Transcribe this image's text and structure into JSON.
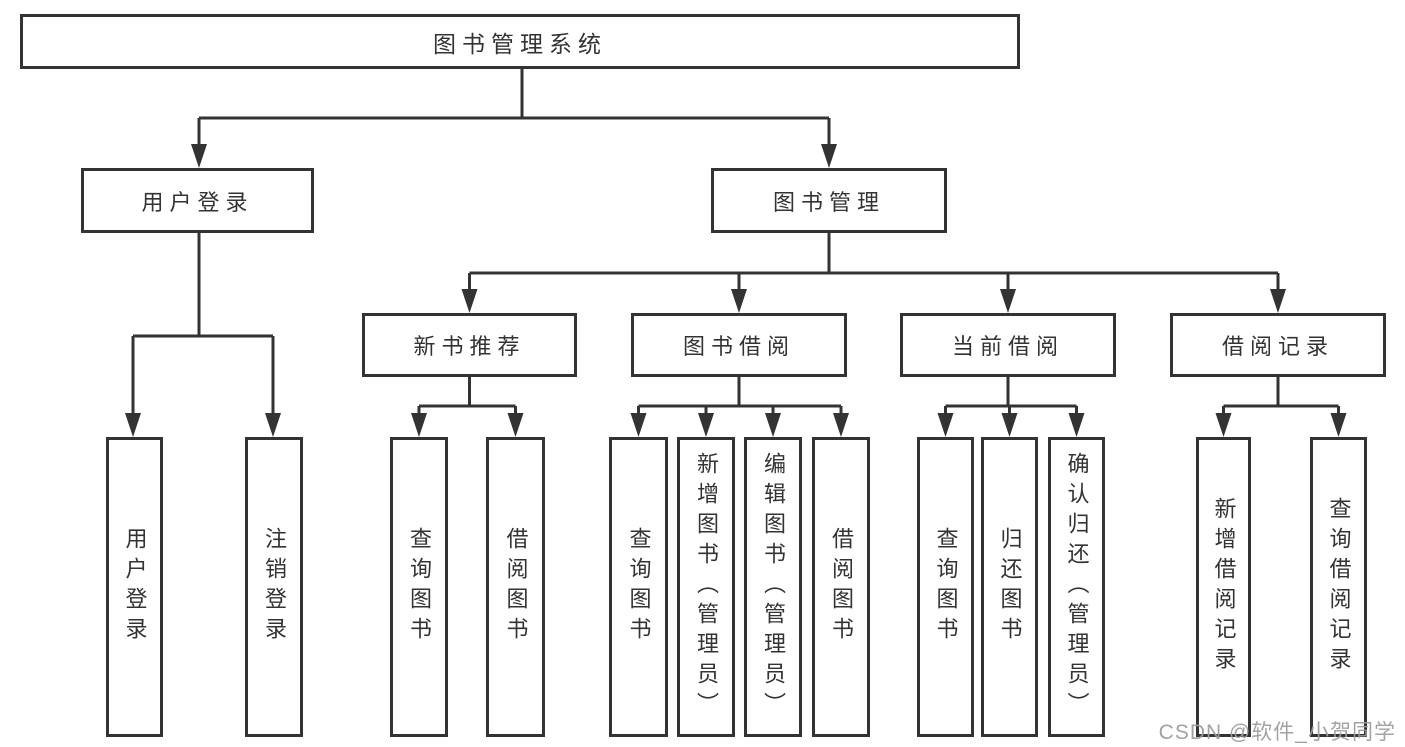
{
  "diagram": {
    "root": {
      "label": "图书管理系统"
    },
    "level2": [
      {
        "label": "用户登录"
      },
      {
        "label": "图书管理"
      }
    ],
    "level3": [
      {
        "label": "新书推荐"
      },
      {
        "label": "图书借阅"
      },
      {
        "label": "当前借阅"
      },
      {
        "label": "借阅记录"
      }
    ],
    "leaves": [
      {
        "label": "用户登录"
      },
      {
        "label": "注销登录"
      },
      {
        "label": "查询图书"
      },
      {
        "label": "借阅图书"
      },
      {
        "label": "查询图书"
      },
      {
        "label": "新增图书（管理员）"
      },
      {
        "label": "编辑图书（管理员）"
      },
      {
        "label": "借阅图书"
      },
      {
        "label": "查询图书"
      },
      {
        "label": "归还图书"
      },
      {
        "label": "确认归还（管理员）"
      },
      {
        "label": "新增借阅记录"
      },
      {
        "label": "查询借阅记录"
      }
    ]
  },
  "watermark": {
    "text": "CSDN @软件_小贺同学"
  },
  "colors": {
    "line": "#333333",
    "text": "#333333",
    "background": "#ffffff",
    "watermark": "#9e9e9e"
  }
}
